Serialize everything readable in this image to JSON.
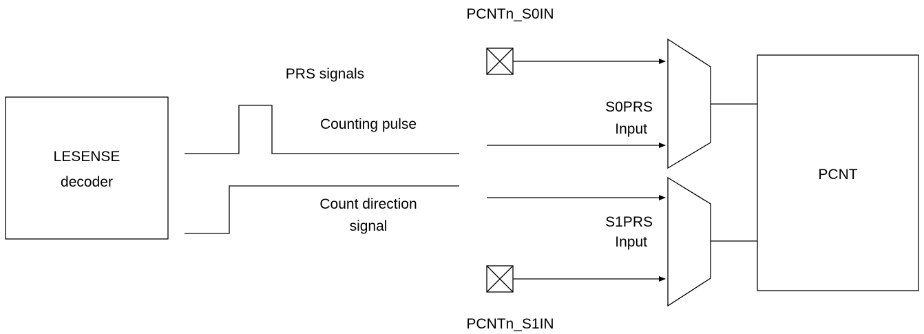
{
  "labels": {
    "pin_s0": "PCNTn_S0IN",
    "pin_s1": "PCNTn_S1IN",
    "prs_signals": "PRS signals",
    "counting_pulse": "Counting pulse",
    "count_direction_line1": "Count direction",
    "count_direction_line2": "signal",
    "s0prs_line1": "S0PRS",
    "s0prs_line2": "Input",
    "s1prs_line1": "S1PRS",
    "s1prs_line2": "Input",
    "lesense_line1": "LESENSE",
    "lesense_line2": "decoder",
    "pcnt": "PCNT"
  }
}
